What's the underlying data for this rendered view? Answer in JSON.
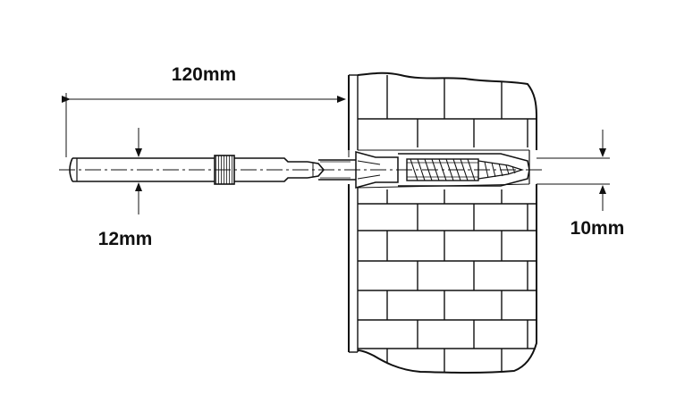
{
  "dimensions": {
    "length": "120mm",
    "rod_diameter": "12mm",
    "anchor_diameter": "10mm"
  },
  "colors": {
    "line": "#111111",
    "background": "#ffffff"
  }
}
